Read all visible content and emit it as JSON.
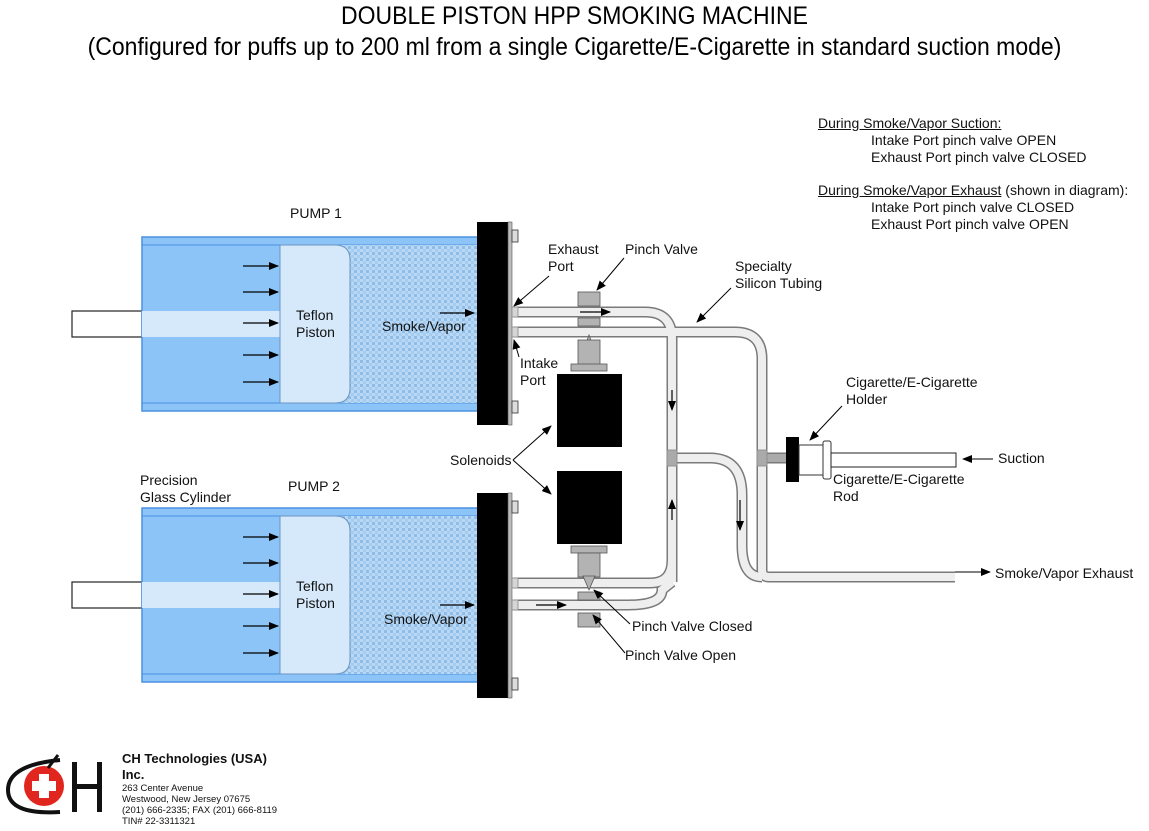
{
  "title": {
    "line1": "DOUBLE PISTON HPP SMOKING MACHINE",
    "line2": "(Configured for puffs up to 200 ml from a single Cigarette/E-Cigarette in standard suction mode)"
  },
  "legend": {
    "suction_heading": "During Smoke/Vapor Suction:",
    "suction_items": [
      "Intake Port pinch valve OPEN",
      "Exhaust Port pinch valve CLOSED"
    ],
    "exhaust_heading": "During Smoke/Vapor Exhaust",
    "exhaust_heading_suffix": " (shown in diagram):",
    "exhaust_items": [
      "Intake Port pinch valve CLOSED",
      "Exhaust Port pinch valve OPEN"
    ]
  },
  "labels": {
    "pump1": "PUMP 1",
    "pump2": "PUMP 2",
    "teflon_piston": [
      "Teflon",
      "Piston"
    ],
    "smoke_vapor": "Smoke/Vapor",
    "exhaust_port": [
      "Exhaust",
      "Port"
    ],
    "intake_port": [
      "Intake",
      "Port"
    ],
    "pinch_valve": "Pinch Valve",
    "specialty_tubing": [
      "Specialty",
      "Silicon Tubing"
    ],
    "solenoids": "Solenoids",
    "precision_cylinder": [
      "Precision",
      "Glass Cylinder"
    ],
    "holder": [
      "Cigarette/E-Cigarette",
      "Holder"
    ],
    "rod": [
      "Cigarette/E-Cigarette",
      "Rod"
    ],
    "suction": "Suction",
    "smoke_vapor_exhaust": "Smoke/Vapor Exhaust",
    "pinch_valve_closed": "Pinch Valve Closed",
    "pinch_valve_open": "Pinch Valve Open"
  },
  "colors": {
    "cylinder_blue": "#8cc4f8",
    "cylinder_border": "#4a90e2",
    "piston_fill": "#d6e9fb",
    "smoke_fill": "#b9d8f5",
    "tube_fill": "#eeeeee",
    "tube_stroke": "#7a7a7a",
    "valve_gray": "#b3b3b3",
    "logo_red": "#e0261f"
  },
  "company": {
    "name_line1": "CH Technologies (USA)",
    "name_line2": "Inc.",
    "address1": "263 Center Avenue",
    "address2": "Westwood, New Jersey 07675",
    "phone": "(201) 666-2335; FAX (201) 666-8119",
    "tin": "TIN# 22-3311321"
  }
}
